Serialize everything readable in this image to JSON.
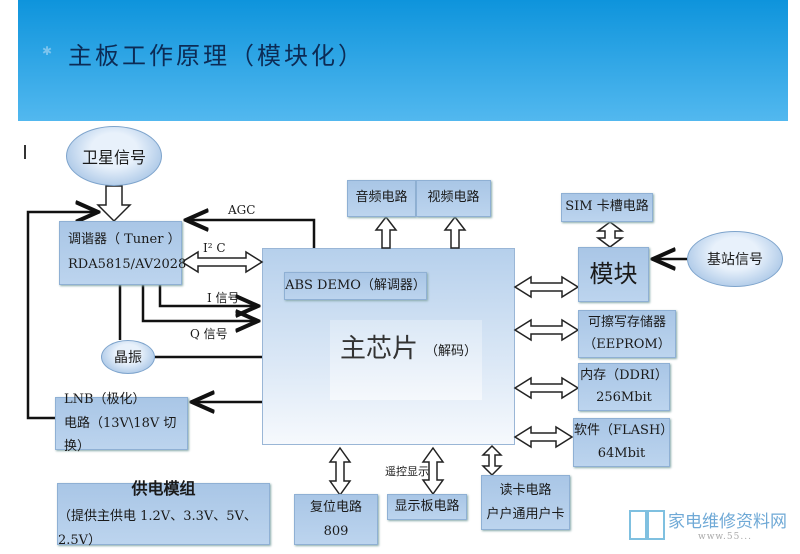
{
  "title": "主板工作原理（模块化）",
  "nodes": {
    "satellite": "卫星信号",
    "tuner_l1": "调谐器（ Tuner ）",
    "tuner_l2": "RDA5815/AV2028",
    "crystal": "晶振",
    "lnb_l1": "LNB（极化）",
    "lnb_l2": "电路（13V\\18V 切换）",
    "audio": "音频电路",
    "video": "视频电路",
    "demod": "ABS DEMO（解调器）",
    "main_chip": "主芯片",
    "main_chip_sub": "（解码）",
    "sim": "SIM 卡槽电路",
    "module": "模块",
    "base_station": "基站信号",
    "eeprom_l1": "可擦写存储器",
    "eeprom_l2": "（EEPROM）",
    "ddr_l1": "内存（DDRI）",
    "ddr_l2": "256Mbit",
    "flash_l1": "软件（FLASH）",
    "flash_l2": "64Mbit",
    "reset_l1": "复位电路",
    "reset_l2": "809",
    "display": "显示板电路",
    "card_l1": "读卡电路",
    "card_l2": "户户通用户卡",
    "power_l1": "供电模组",
    "power_l2": "（提供主供电 1.2V、3.3V、5V、2.5V）"
  },
  "labels": {
    "agc": "AGC",
    "i2c": "I² C",
    "i_signal": "I 信号",
    "q_signal": "Q 信号",
    "remote_display": "遥控显示"
  },
  "watermark": {
    "text": "家电维修资料网",
    "url": "www.55..."
  }
}
